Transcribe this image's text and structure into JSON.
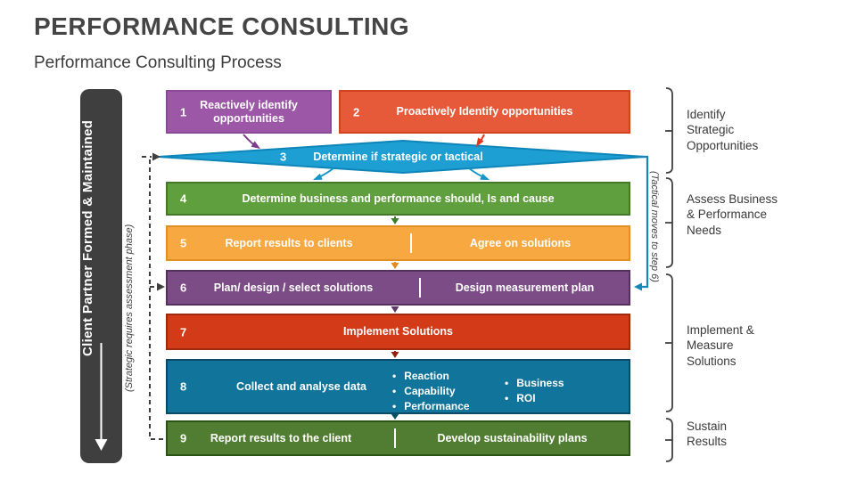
{
  "title": "PERFORMANCE CONSULTING",
  "subtitle": "Performance Consulting Process",
  "left_bar": {
    "label": "Client Partner Formed & Maintained",
    "bg": "#3F3F3F"
  },
  "notes": {
    "left": "(Strategic requires assessment phase)",
    "right": "(Tactical moves to step 6)"
  },
  "steps": [
    {
      "num": "1",
      "label": "Reactively identify opportunities",
      "fill": "#9C57A7",
      "border": "#8A4A95"
    },
    {
      "num": "2",
      "label": "Proactively Identify opportunities",
      "fill": "#E65939",
      "border": "#D1431F"
    },
    {
      "num": "3",
      "label": "Determine if strategic or tactical",
      "fill": "#1D9FD4",
      "border": "#0D85B8"
    },
    {
      "num": "4",
      "label": "Determine business and performance should, Is and cause",
      "fill": "#609F3E",
      "border": "#44772A"
    },
    {
      "num": "5",
      "label_left": "Report results to clients",
      "label_right": "Agree on solutions",
      "fill": "#F7A840",
      "border": "#E18F22"
    },
    {
      "num": "6",
      "label_left": "Plan/ design / select solutions",
      "label_right": "Design measurement plan",
      "fill": "#7C4C86",
      "border": "#552F60"
    },
    {
      "num": "7",
      "label": "Implement Solutions",
      "fill": "#D23A18",
      "border": "#9E2A10"
    },
    {
      "num": "8",
      "label": "Collect and analyse data",
      "bullets_a": [
        "Reaction",
        "Capability",
        "Performance"
      ],
      "bullets_b": [
        "Business",
        "ROI"
      ],
      "fill": "#10749B",
      "border": "#0A4A66"
    },
    {
      "num": "9",
      "label_left": "Report results to the client",
      "label_right": "Develop sustainability plans",
      "fill": "#507D31",
      "border": "#2B5314"
    }
  ],
  "phases": [
    {
      "label": "Identify Strategic Opportunities"
    },
    {
      "label": "Assess Business & Performance Needs"
    },
    {
      "label": "Implement & Measure Solutions"
    },
    {
      "label": "Sustain Results"
    }
  ],
  "connector_colors": {
    "dashed_feedback": "#3F3F3F",
    "tactical_blue": "#1486B8",
    "arrow_purple": "#7D3C8C",
    "arrow_red": "#E3371E",
    "arrow_blue": "#1496C8",
    "arrow_green": "#3E7D2B",
    "arrow_orange": "#E08A1F",
    "arrow_dark_purple": "#5C3765",
    "arrow_dark_red": "#8F2310",
    "arrow_teal": "#0A4D68"
  }
}
